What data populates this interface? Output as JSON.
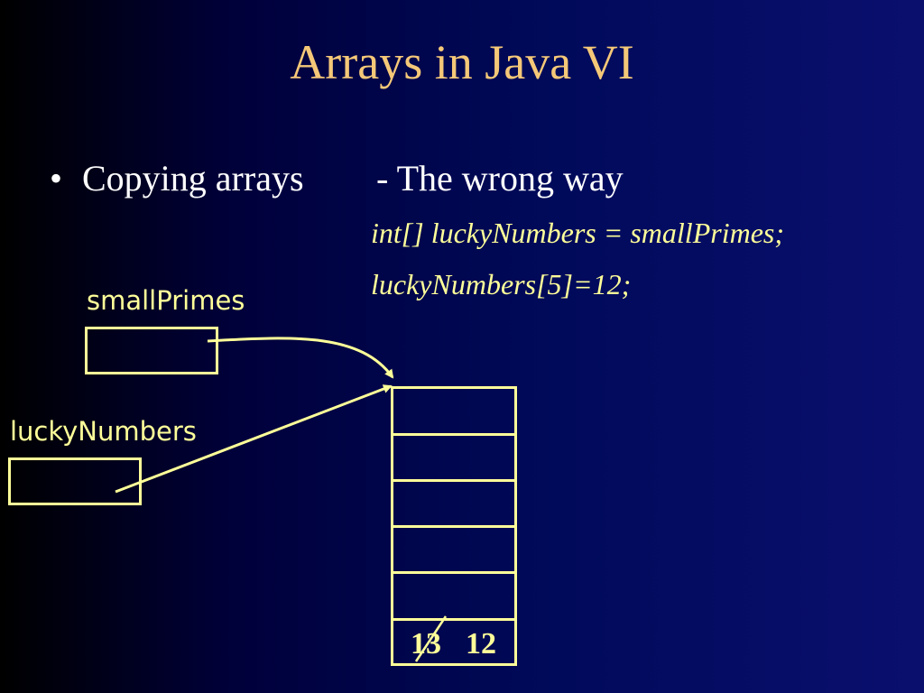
{
  "slide": {
    "title": "Arrays in Java VI",
    "bullet": "Copying arrays",
    "subpoint": "- The wrong way",
    "code_lines": [
      "int[] luckyNumbers = smallPrimes;",
      "luckyNumbers[5]=12;"
    ]
  },
  "diagram": {
    "var1_label": "smallPrimes",
    "var2_label": "luckyNumbers",
    "old_value": "13",
    "new_value": "12",
    "color": "#ffff99"
  }
}
